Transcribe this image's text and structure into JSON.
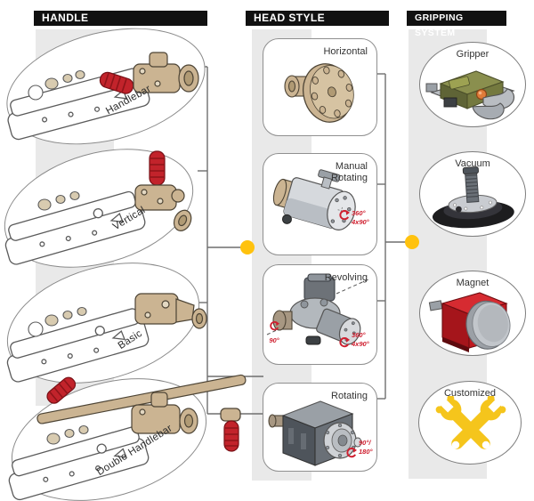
{
  "columns": {
    "handle": {
      "header": "HANDLE",
      "items": [
        {
          "label": "Handlebar"
        },
        {
          "label": "Vertical"
        },
        {
          "label": "Basic"
        },
        {
          "label": "Double Handlebar"
        }
      ]
    },
    "head_style": {
      "header": "HEAD STYLE",
      "cards": [
        {
          "label": "Horizontal"
        },
        {
          "label": "Manual Rotating",
          "rot": {
            "main": "360°",
            "sub": "4x90°"
          }
        },
        {
          "label": "Revolving",
          "rot_left": {
            "main": "90°"
          },
          "rot": {
            "main": "360°",
            "sub": "4x90°"
          }
        },
        {
          "label": "Rotating",
          "rot": {
            "main": "90°/",
            "sub": "180°"
          }
        }
      ]
    },
    "gripping": {
      "header": "GRIPPING SYSTEM",
      "items": [
        {
          "label": "Gripper"
        },
        {
          "label": "Vacuum"
        },
        {
          "label": "Magnet"
        },
        {
          "label": "Customized"
        }
      ]
    }
  },
  "colors": {
    "accent_yellow": "#FFC20E",
    "accent_red": "#CF2030",
    "header_bg": "#111111",
    "strip_gray": "#E9E9E9",
    "tan": "#CBB492",
    "grip_red": "#C2232B"
  },
  "icons": {
    "rotation": "rotation-arrow-icon",
    "customized": "crossed-wrenches-icon",
    "connector": "connector-dot"
  }
}
